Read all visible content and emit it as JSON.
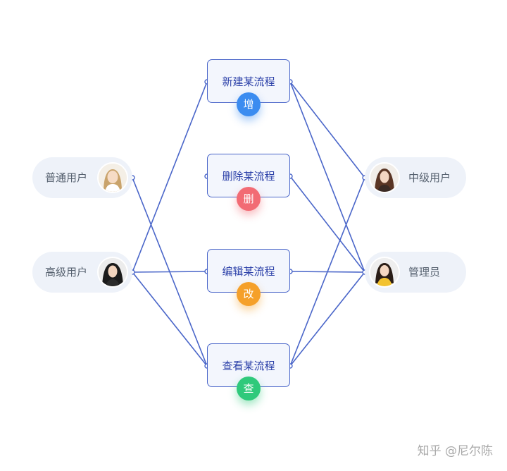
{
  "users_left": [
    {
      "id": "normal",
      "name": "普通用户"
    },
    {
      "id": "senior",
      "name": "高级用户"
    }
  ],
  "users_right": [
    {
      "id": "mid",
      "name": "中级用户"
    },
    {
      "id": "admin",
      "name": "管理员"
    }
  ],
  "actions": [
    {
      "id": "create",
      "label": "新建某流程",
      "badge": "增",
      "badge_color": "#3b8cf0"
    },
    {
      "id": "delete",
      "label": "删除某流程",
      "badge": "删",
      "badge_color": "#f26b74"
    },
    {
      "id": "edit",
      "label": "编辑某流程",
      "badge": "改",
      "badge_color": "#f5a02a"
    },
    {
      "id": "view",
      "label": "查看某流程",
      "badge": "查",
      "badge_color": "#2fc97b"
    }
  ],
  "edges": [
    [
      "normal",
      "view"
    ],
    [
      "senior",
      "create"
    ],
    [
      "senior",
      "edit"
    ],
    [
      "senior",
      "view"
    ],
    [
      "create",
      "mid"
    ],
    [
      "create",
      "admin"
    ],
    [
      "delete",
      "admin"
    ],
    [
      "edit",
      "admin"
    ],
    [
      "view",
      "mid"
    ],
    [
      "view",
      "admin"
    ]
  ],
  "colors": {
    "line": "#4a66c9",
    "pill_bg": "#eef2f9"
  },
  "watermark": "知乎 @尼尔陈"
}
